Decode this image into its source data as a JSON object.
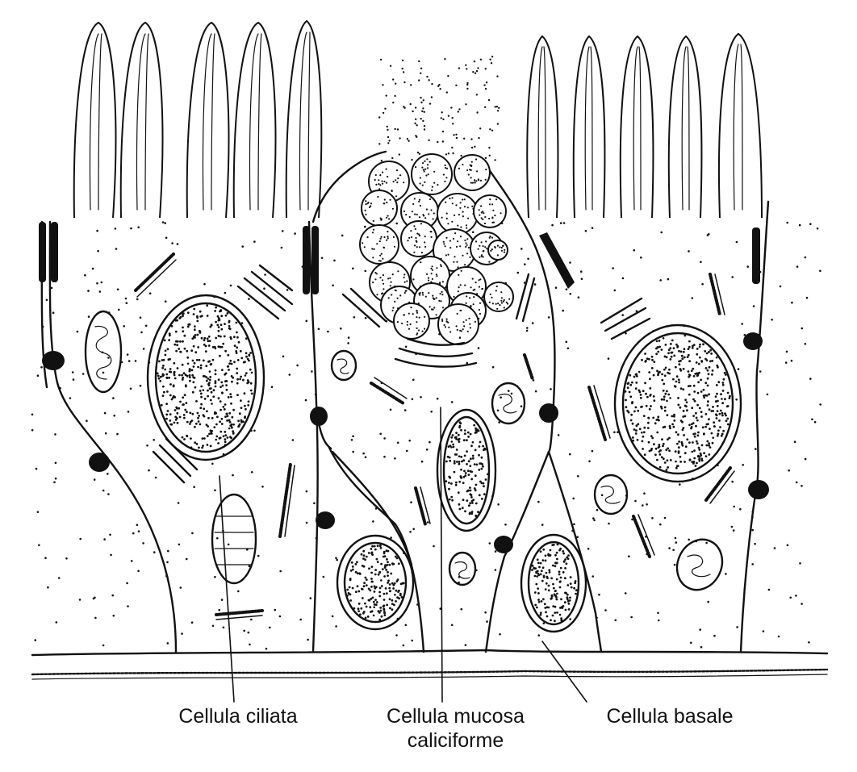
{
  "labels": {
    "ciliated_cell": "Cellula ciliata",
    "goblet_cell_line1": "Cellula mucosa",
    "goblet_cell_line2": "caliciforme",
    "basal_cell": "Cellula basale"
  },
  "colors": {
    "ink": "#111111",
    "background": "#ffffff"
  }
}
